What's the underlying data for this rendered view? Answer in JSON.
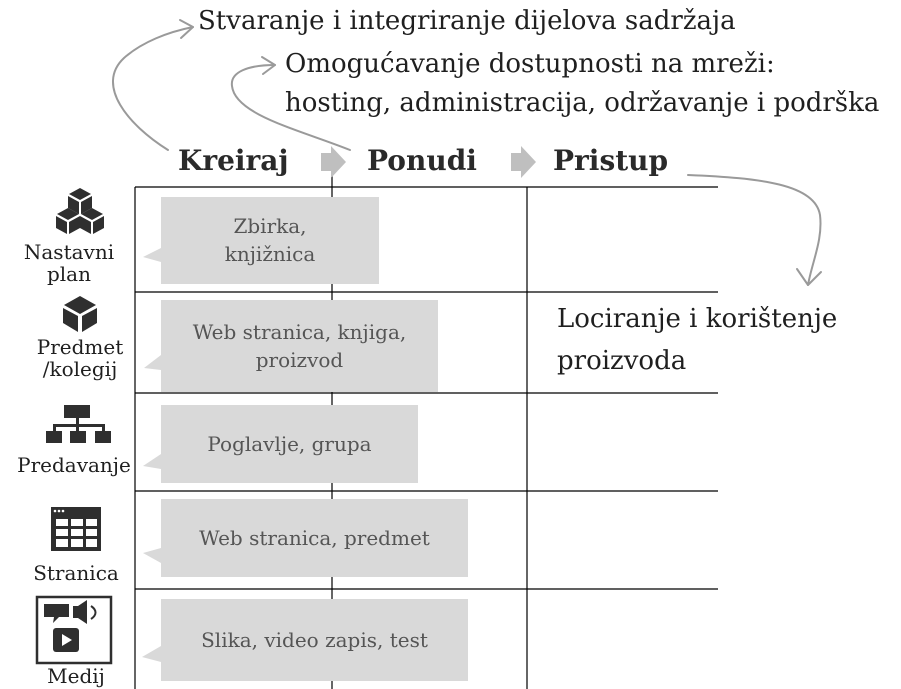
{
  "annotations": {
    "create": "Stvaranje i integriranje dijelova sadržaja",
    "offer": [
      "Omogućavanje dostupnosti na mreži:",
      "hosting, administracija, održavanje i podrška"
    ],
    "access": [
      "Lociranje i korištenje",
      "proizvoda"
    ]
  },
  "stages": [
    "Kreiraj",
    "Ponudi",
    "Pristup"
  ],
  "rows": [
    {
      "label": [
        "Nastavni",
        "plan"
      ],
      "icon": "cubes-icon",
      "content": [
        "Zbirka,",
        "knjižnica"
      ]
    },
    {
      "label": [
        "Predmet",
        "/kolegij"
      ],
      "icon": "cube-icon",
      "content": [
        "Web stranica, knjiga,",
        "proizvod"
      ]
    },
    {
      "label": [
        "Predavanje"
      ],
      "icon": "hierarchy-icon",
      "content": [
        "Poglavlje, grupa"
      ]
    },
    {
      "label": [
        "Stranica"
      ],
      "icon": "webpage-icon",
      "content": [
        "Web stranica, predmet"
      ]
    },
    {
      "label": [
        "Medij"
      ],
      "icon": "media-icon",
      "content": [
        "Slika, video zapis, test"
      ]
    }
  ],
  "colors": {
    "bubble": "#d9d9d9",
    "stage_arrow": "#bfbfbf",
    "connector": "#9a9a9a",
    "grid": "#000000",
    "icon": "#2f2f2f"
  }
}
